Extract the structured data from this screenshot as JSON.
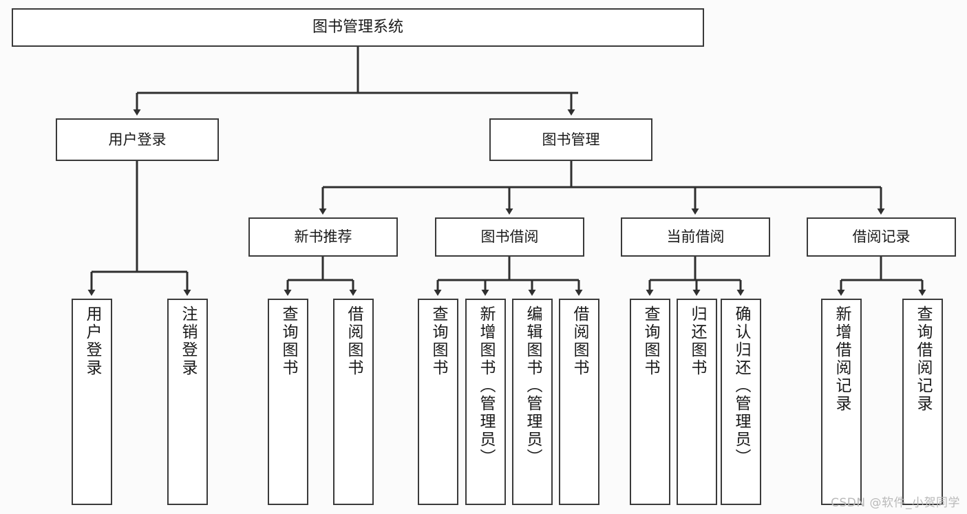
{
  "diagram": {
    "title": "图书管理系统",
    "type": "hierarchy-tree",
    "root": {
      "label": "图书管理系统"
    },
    "level2": [
      {
        "label": "用户登录"
      },
      {
        "label": "图书管理"
      }
    ],
    "level3": [
      {
        "label": "新书推荐"
      },
      {
        "label": "图书借阅"
      },
      {
        "label": "当前借阅"
      },
      {
        "label": "借阅记录"
      }
    ],
    "leaves": {
      "user_login": [
        {
          "label": "用户登录"
        },
        {
          "label": "注销登录"
        }
      ],
      "new_book_recommend": [
        {
          "label": "查询图书"
        },
        {
          "label": "借阅图书"
        }
      ],
      "book_borrow": [
        {
          "label": "查询图书"
        },
        {
          "label": "新增图书（管理员）"
        },
        {
          "label": "编辑图书（管理员）"
        },
        {
          "label": "借阅图书"
        }
      ],
      "current_borrow": [
        {
          "label": "查询图书"
        },
        {
          "label": "归还图书"
        },
        {
          "label": "确认归还（管理员）"
        }
      ],
      "borrow_record": [
        {
          "label": "新增借阅记录"
        },
        {
          "label": "查询借阅记录"
        }
      ]
    },
    "watermark": "CSDN @软件_小贺同学",
    "colors": {
      "border": "#3a3a3a",
      "background": "#fbfbfb",
      "box_fill": "#ffffff",
      "text": "#1a1a1a",
      "watermark": "#b9b9b9"
    }
  }
}
